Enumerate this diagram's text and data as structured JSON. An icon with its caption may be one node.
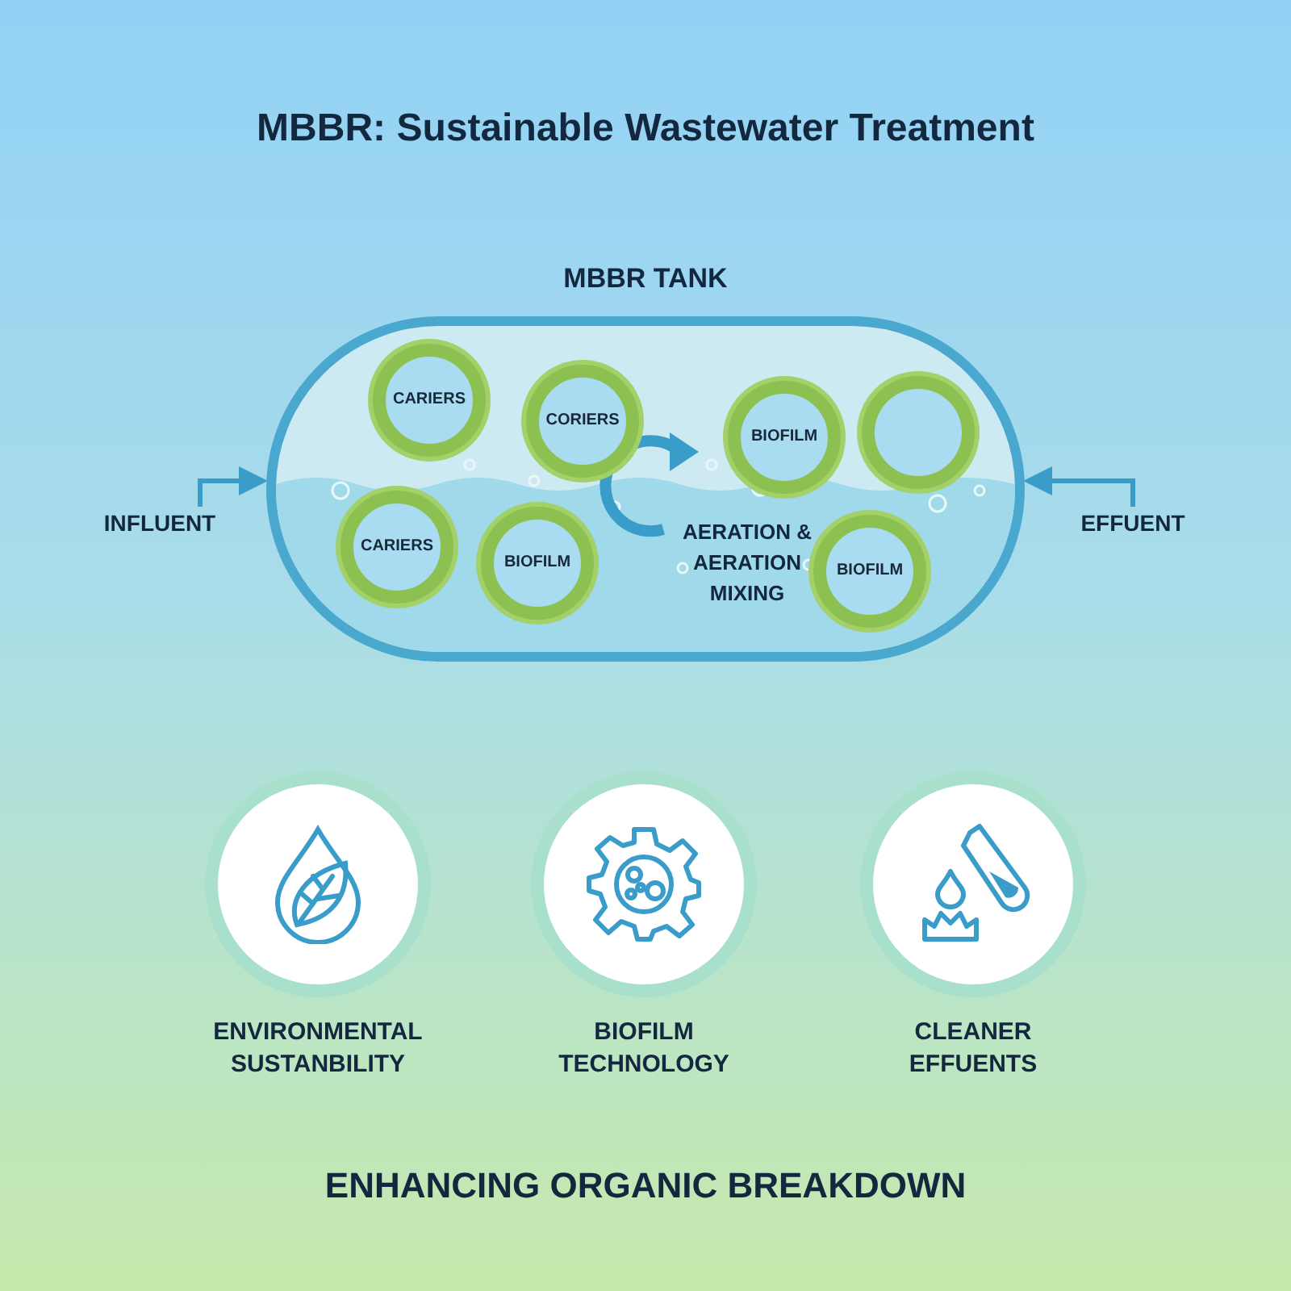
{
  "diagram": {
    "title": "MBBR: Sustainable Wastewater Treatment",
    "nodes": [
      {
        "text": [
          "MBBR TANK"
        ]
      },
      {
        "text": [
          "INFLUENT"
        ]
      },
      {
        "text": [
          "EFFUENT"
        ]
      },
      {
        "text": [
          "CARIERS"
        ],
        "in": 0
      },
      {
        "text": [
          "CORIERS"
        ],
        "in": 0
      },
      {
        "text": [
          "BIOFILM"
        ],
        "in": 0
      },
      {
        "text": [],
        "shape": "circle",
        "in": 0
      },
      {
        "text": [
          "CARIERS"
        ],
        "in": 0
      },
      {
        "text": [
          "BIOFILM"
        ],
        "in": 0
      },
      {
        "text": [
          "BIOFILM"
        ],
        "in": 0
      },
      {
        "text": [
          "ENVIRONMENTAL SUSTANBILITY"
        ]
      },
      {
        "text": [
          "BIOFILM TECHNOLOGY"
        ]
      },
      {
        "text": [
          "CLEANER EFFUENTS"
        ]
      }
    ],
    "edges": [
      {
        "from": 1,
        "to": 0,
        "arrow": "to"
      },
      {
        "from": 2,
        "to": 0,
        "arrow": "to"
      }
    ],
    "labels": [
      "AERATION & AERATION MIXING"
    ],
    "caption": "ENHANCING ORGANIC BREAKDOWN"
  }
}
